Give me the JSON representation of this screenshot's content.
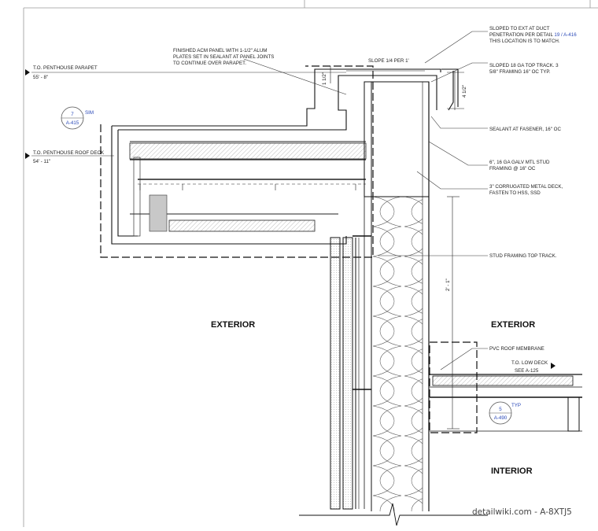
{
  "notes": {
    "finished_acm_1": "FINISHED ACM PANEL WITH 1-1/2\" ALUM",
    "finished_acm_2": "PLATES SET IN SEALANT AT PANEL JOINTS",
    "finished_acm_3": "TO CONTINUE OVER PARAPET.",
    "sloped_ext_1": "SLOPED TO EXT AT DUCT",
    "sloped_ext_2": "PENETRATION PER DETAIL",
    "sloped_ext_ref": "19 / A-416",
    "sloped_ext_3": "THIS LOCATION IS TO MATCH.",
    "slope": "SLOPE 1/4 PER 1'",
    "sloped_track_1": "SLOPED 18 GA TOP TRACK. 3",
    "sloped_track_2": "5/8\" FRAMING 16\" OC TYP.",
    "sealant": "SEALANT AT FASENER, 16\" OC",
    "stud_1": "6\", 16 GA GALV MTL STUD",
    "stud_2": "FRAMING @ 16\" OC",
    "deck_1": "3\" CORRUGATED METAL DECK,",
    "deck_2": "FASTEN TO HSS, SSD",
    "top_track": "STUD FRAMING TOP TRACK.",
    "pvc": "PVC ROOF MEMBRANE"
  },
  "levels": {
    "parapet_label": "T.O. PENTHOUSE PARAPET",
    "parapet_elev": "55' - 8\"",
    "roof_label": "T.O. PENTHOUSE ROOF DECK",
    "roof_elev": "54' - 11\"",
    "low_deck_label": "T.O. LOW DECK",
    "low_deck_see": "SEE A-125"
  },
  "dims": {
    "d1": "1 1/2\"",
    "d2": "4 1/2\"",
    "d3": "2' - 1\""
  },
  "callouts": {
    "c1_num": "7",
    "c1_sheet": "A-415",
    "c1_tag": "SIM",
    "c2_num": "5",
    "c2_sheet": "A-490",
    "c2_tag": "TYP"
  },
  "zones": {
    "exterior_left": "EXTERIOR",
    "exterior_right": "EXTERIOR",
    "interior": "INTERIOR"
  },
  "watermark": "detailwiki.com - A-8XTJ5",
  "colors": {
    "line": "#1a1a1a",
    "callout_blue": "#2a49b8",
    "fill_grey": "#c8c8c8"
  }
}
